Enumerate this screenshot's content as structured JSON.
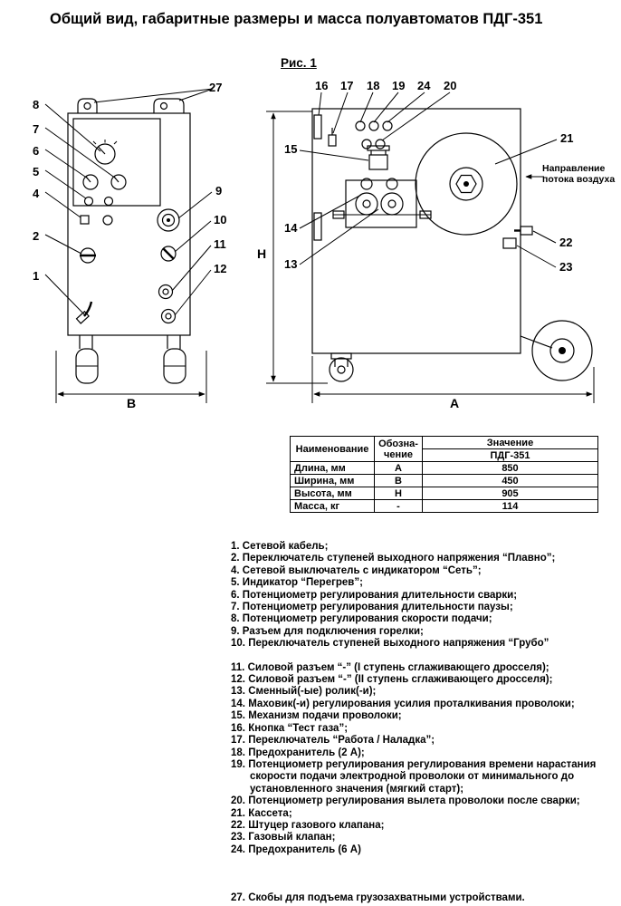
{
  "title": "Общий вид, габаритные размеры и масса полуавтоматов ПДГ-351",
  "figure": {
    "label": "Рис. 1",
    "airflow_note": "Направление потока воздуха",
    "dims": {
      "width": "В",
      "height": "Н",
      "length": "А"
    },
    "callouts": {
      "c1": "1",
      "c2": "2",
      "c4": "4",
      "c5": "5",
      "c6": "6",
      "c7": "7",
      "c8": "8",
      "c9": "9",
      "c10": "10",
      "c11": "11",
      "c12": "12",
      "c13": "13",
      "c14": "14",
      "c15": "15",
      "c16": "16",
      "c17": "17",
      "c18": "18",
      "c19": "19",
      "c20": "20",
      "c21": "21",
      "c22": "22",
      "c23": "23",
      "c24": "24",
      "c27": "27"
    }
  },
  "table": {
    "col_name": "Наименование",
    "col_symbol": "Обозна-\nчение",
    "col_value": "Значение",
    "col_value_sub": "ПДГ-351",
    "rows": [
      {
        "name": "Длина, мм",
        "symbol": "А",
        "value": "850"
      },
      {
        "name": "Ширина, мм",
        "symbol": "В",
        "value": "450"
      },
      {
        "name": "Высота, мм",
        "symbol": "Н",
        "value": "905"
      },
      {
        "name": "Масса, кг",
        "symbol": "-",
        "value": "114"
      }
    ]
  },
  "parts": {
    "group1": [
      {
        "num": "1.",
        "text": "Сетевой кабель;"
      },
      {
        "num": "2.",
        "text": "Переключатель ступеней выходного напряжения “Плавно”;"
      },
      {
        "num": "4.",
        "text": "Сетевой выключатель с индикатором “Сеть”;"
      },
      {
        "num": "5.",
        "text": "Индикатор “Перегрев”;"
      },
      {
        "num": "6.",
        "text": "Потенциометр регулирования длительности сварки;"
      },
      {
        "num": "7.",
        "text": "Потенциометр регулирования длительности паузы;"
      },
      {
        "num": "8.",
        "text": "Потенциометр регулирования скорости подачи;"
      },
      {
        "num": "9.",
        "text": "Разъем для подключения горелки;"
      },
      {
        "num": "10.",
        "text": "Переключатель ступеней выходного напряжения “Грубо”"
      }
    ],
    "group2": [
      {
        "num": "11.",
        "text": "Силовой разъем “-” (I ступень сглаживающего дросселя);"
      },
      {
        "num": "12.",
        "text": "Силовой разъем “-” (II ступень сглаживающего дросселя);"
      },
      {
        "num": "13.",
        "text": "Сменный(-ые) ролик(-и);"
      },
      {
        "num": "14.",
        "text": "Маховик(-и) регулирования усилия проталкивания проволоки;"
      },
      {
        "num": "15.",
        "text": "Механизм подачи проволоки;"
      },
      {
        "num": "16.",
        "text": "Кнопка “Тест газа”;"
      },
      {
        "num": "17.",
        "text": "Переключатель “Работа / Наладка”;"
      },
      {
        "num": "18.",
        "text": "Предохранитель (2 А);"
      },
      {
        "num": "19.",
        "text": "Потенциометр регулирования регулирования времени нарастания скорости подачи электродной проволоки от минимального до установленного значения  (мягкий старт);"
      },
      {
        "num": "20.",
        "text": "Потенциометр регулирования вылета проволоки после сварки;"
      },
      {
        "num": "21.",
        "text": "Кассета;"
      },
      {
        "num": "22.",
        "text": "Штуцер газового клапана;"
      },
      {
        "num": "23.",
        "text": "Газовый клапан;"
      },
      {
        "num": "24.",
        "text": "Предохранитель (6 А)"
      }
    ],
    "group3": [
      {
        "num": "27.",
        "text": "Скобы для подъема грузозахватными устройствами."
      }
    ]
  }
}
